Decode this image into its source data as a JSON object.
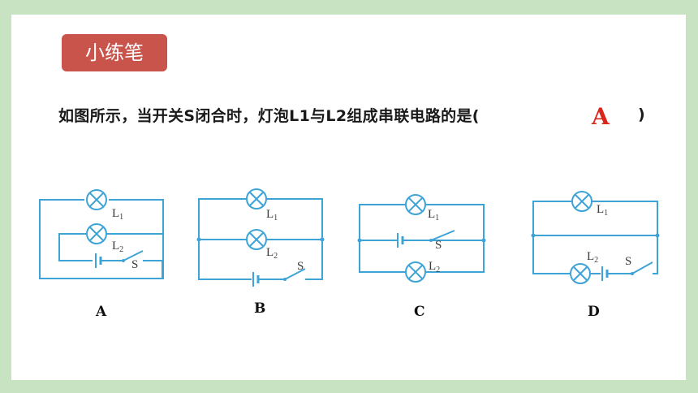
{
  "slide": {
    "badge_label": "小练笔",
    "question": "如图所示，当开关S闭合时，灯泡L1与L2组成串联电路的是(",
    "answer": "A",
    "close_paren": ")"
  },
  "options": [
    "A",
    "B",
    "C",
    "D"
  ],
  "circuit_labels": {
    "lamp1": "L",
    "lamp2": "L",
    "sub1": "1",
    "sub2": "2",
    "switch": "S"
  },
  "colors": {
    "background": "#c7e3c2",
    "badge": "#c9544c",
    "wire": "#3ea3d6",
    "answer": "#d9261c"
  },
  "icons": [
    "lamp-icon",
    "battery-icon",
    "switch-icon"
  ]
}
